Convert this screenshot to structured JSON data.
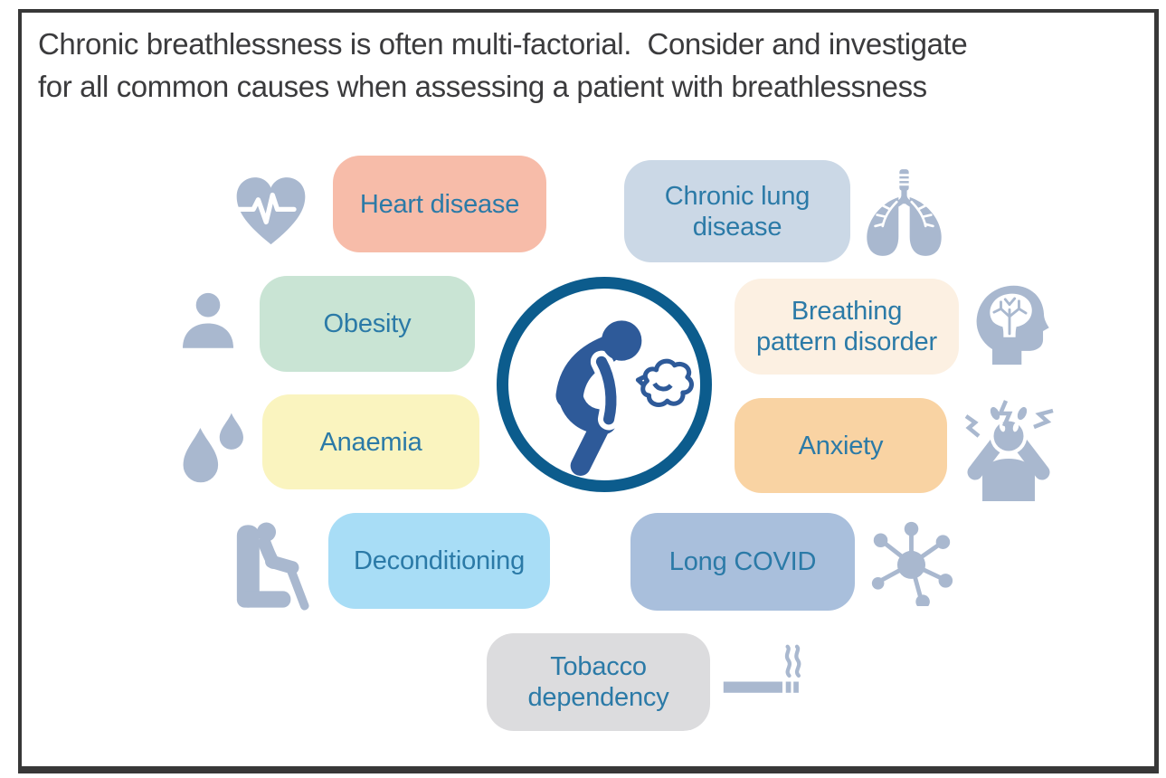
{
  "title": {
    "line1": "Chronic breathlessness is often multi-factorial.  Consider and investigate",
    "line2": "for all common causes when assessing a patient with breathlessness"
  },
  "center": {
    "icon": "breathless-person-icon"
  },
  "causes": [
    {
      "label": "Heart disease",
      "color": "#F7BCA9",
      "icon": "heart-pulse-icon",
      "icon_side": "left"
    },
    {
      "label": "Chronic lung\ndisease",
      "color": "#CBD8E6",
      "icon": "lungs-icon",
      "icon_side": "right"
    },
    {
      "label": "Obesity",
      "color": "#C9E4D4",
      "icon": "person-icon",
      "icon_side": "left"
    },
    {
      "label": "Breathing\npattern disorder",
      "color": "#FCF0E2",
      "icon": "head-brain-icon",
      "icon_side": "right"
    },
    {
      "label": "Anaemia",
      "color": "#FAF4BF",
      "icon": "blood-drops-icon",
      "icon_side": "left"
    },
    {
      "label": "Anxiety",
      "color": "#F9D3A3",
      "icon": "stressed-person-icon",
      "icon_side": "right"
    },
    {
      "label": "Deconditioning",
      "color": "#A8DDF6",
      "icon": "sedentary-chair-icon",
      "icon_side": "left"
    },
    {
      "label": "Long COVID",
      "color": "#A9BFDC",
      "icon": "virus-icon",
      "icon_side": "right"
    },
    {
      "label": "Tobacco\ndependency",
      "color": "#DCDCDE",
      "icon": "cigarette-icon",
      "icon_side": "right"
    }
  ],
  "colors": {
    "label_text": "#2B7AA7",
    "title_text": "#3B3B3D",
    "icon": "#A9B8CF",
    "ring": "#0C5C8D",
    "figure": "#2E5A99",
    "border": "#383838"
  }
}
